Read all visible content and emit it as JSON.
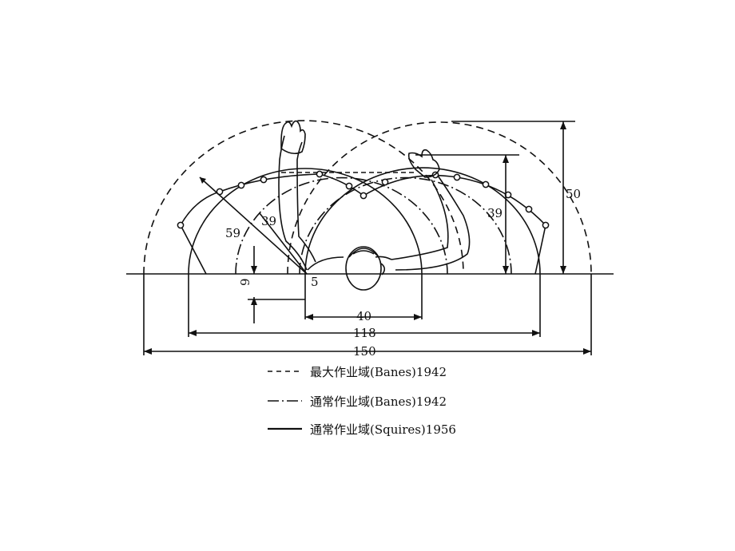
{
  "dimensions": {
    "span_150": "150",
    "span_118": "118",
    "span_40": "40",
    "height_50": "50",
    "height_39_right": "39",
    "radius_59": "59",
    "radius_39": "39",
    "offset_9": "9",
    "offset_5": "5"
  },
  "legend": [
    {
      "line_style": "dashed",
      "label": "最大作业域(Banes)1942"
    },
    {
      "line_style": "dash-dot",
      "label": "通常作业域(Banes)1942"
    },
    {
      "line_style": "solid",
      "label": "通常作业域(Squires)1956"
    }
  ],
  "colors": {
    "ink": "#111111",
    "background": "#ffffff"
  }
}
